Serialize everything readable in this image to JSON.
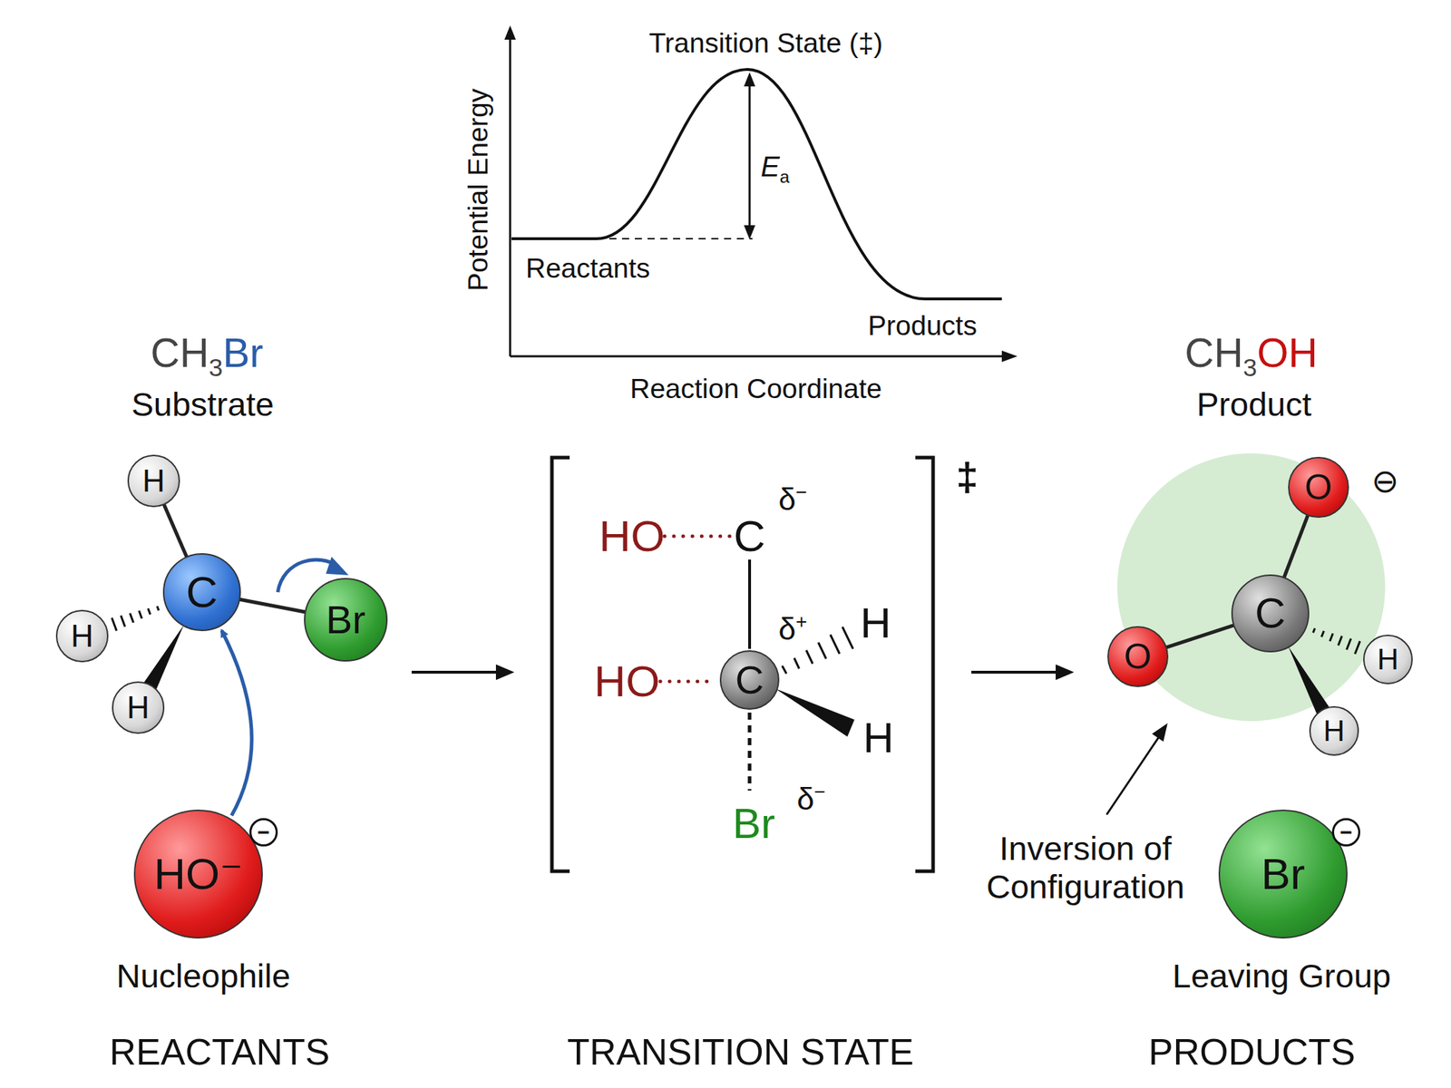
{
  "diagram": {
    "nodes": [
      {
        "text": [
          "C"
        ]
      },
      {
        "text": [
          "H"
        ]
      },
      {
        "text": [
          "H"
        ]
      },
      {
        "text": [
          "H"
        ]
      },
      {
        "text": [
          "Br"
        ]
      },
      {
        "text": [
          "HO⁻"
        ]
      },
      {
        "text": [
          "C"
        ]
      },
      {
        "text": [
          "O"
        ]
      },
      {
        "text": [
          "O"
        ]
      },
      {
        "text": [
          "C"
        ]
      },
      {
        "text": [
          "H"
        ]
      },
      {
        "text": [
          "H"
        ]
      },
      {
        "text": [
          "Br"
        ]
      }
    ],
    "edges": [
      {
        "from": 0,
        "to": 1,
        "arrow": "none"
      },
      {
        "from": 0,
        "to": 2,
        "arrow": "none"
      },
      {
        "from": 0,
        "to": 3,
        "arrow": "none"
      },
      {
        "from": 0,
        "to": 4,
        "arrow": "none"
      },
      {
        "from": 5,
        "to": 0,
        "arrow": "to"
      },
      {
        "from": 7,
        "to": 9,
        "arrow": "none"
      },
      {
        "from": 8,
        "to": 9,
        "arrow": "none"
      },
      {
        "from": 9,
        "to": 10,
        "arrow": "none"
      },
      {
        "from": 9,
        "to": 11,
        "arrow": "none"
      }
    ],
    "labels": [
      "Transition State (‡)",
      "Potential Energy",
      "Ea",
      "Reactants",
      "Products",
      "Reaction Coordinate",
      "CH3Br",
      "Substrate",
      "−",
      "Nucleophile",
      "REACTANTS",
      "HO",
      "C",
      "δ−",
      "δ+",
      "H",
      "HO",
      "H",
      "Br",
      "δ−",
      "‡",
      "TRANSITION STATE",
      "CH3OH",
      "Product",
      "⊖",
      "−",
      "Inversion of Configuration",
      "Leaving Group",
      "PRODUCTS"
    ]
  }
}
